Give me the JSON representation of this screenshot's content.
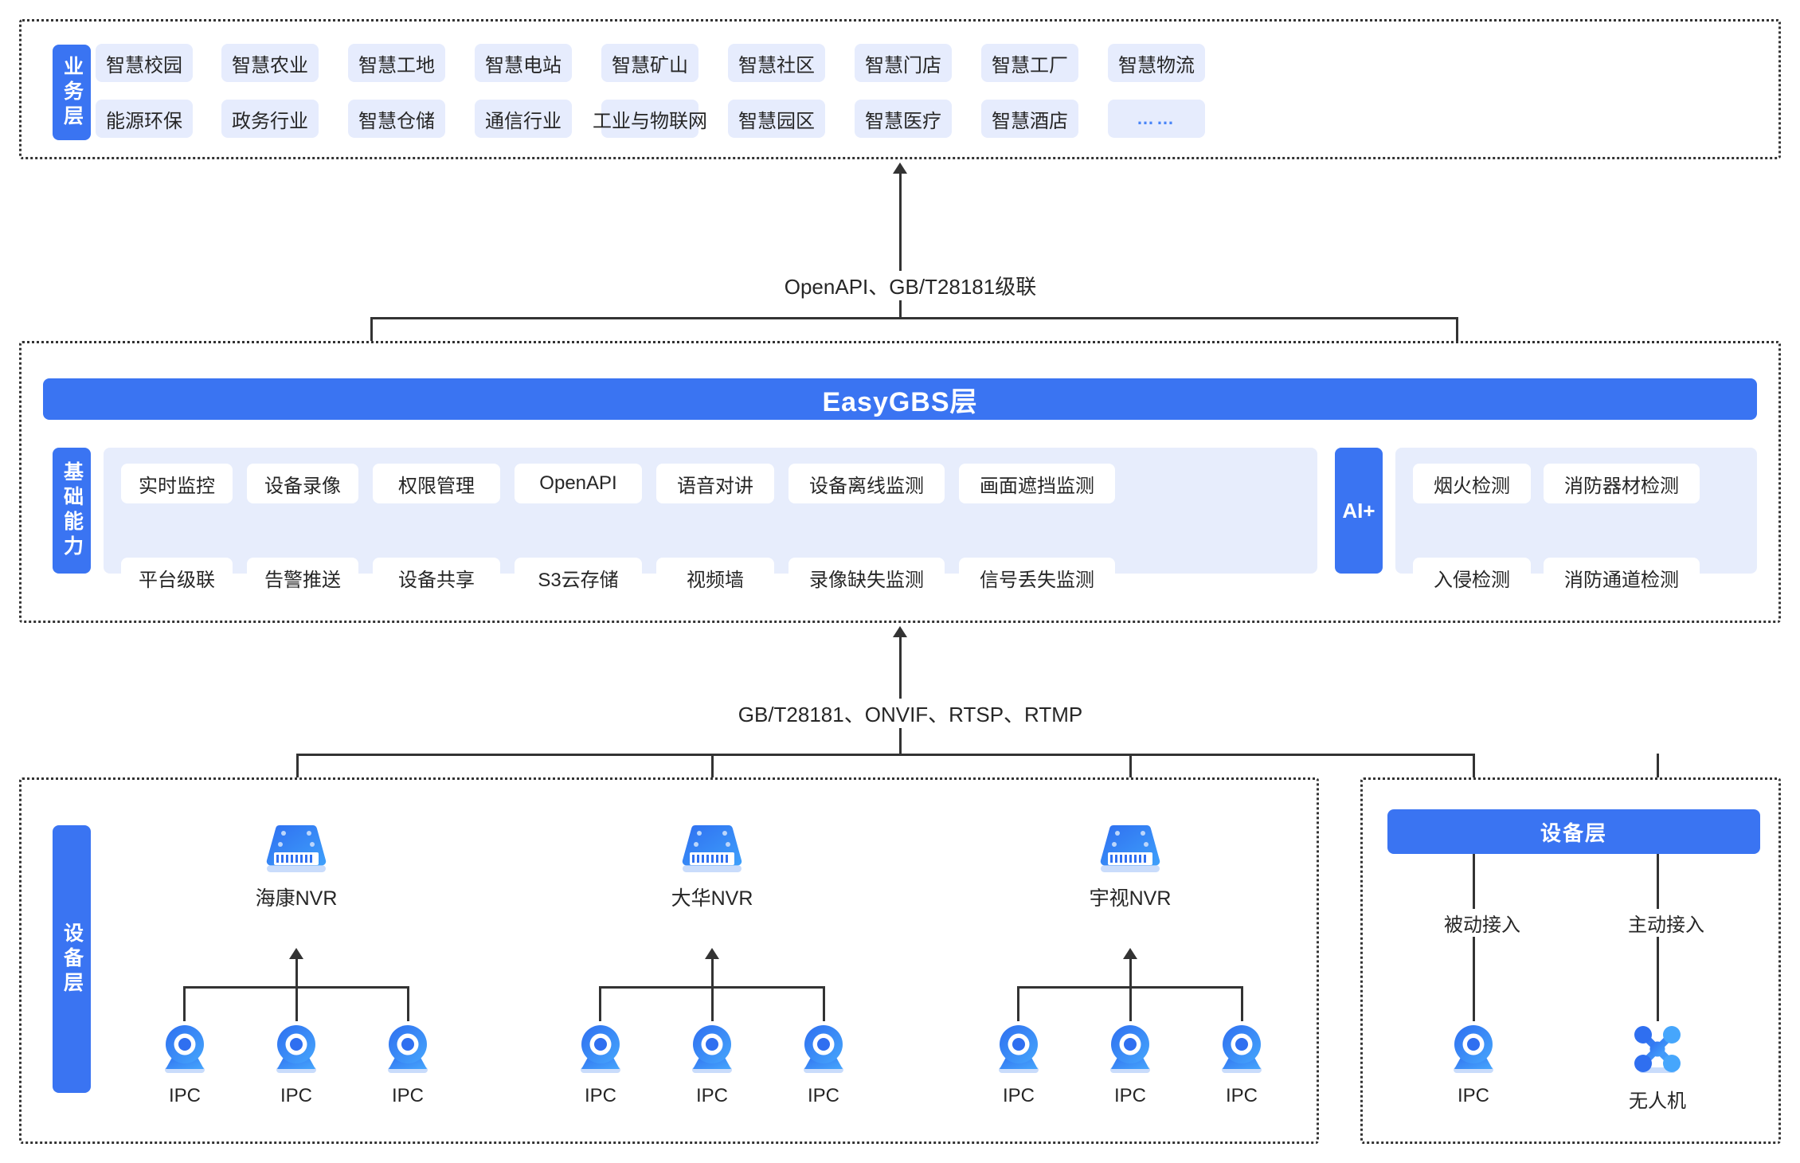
{
  "business_layer": {
    "side_label": "业务层",
    "row1": [
      "智慧校园",
      "智慧农业",
      "智慧工地",
      "智慧电站",
      "智慧矿山",
      "智慧社区",
      "智慧门店",
      "智慧工厂",
      "智慧物流"
    ],
    "row2": [
      "能源环保",
      "政务行业",
      "智慧仓储",
      "通信行业",
      "工业与物联网",
      "智慧园区",
      "智慧医疗",
      "智慧酒店",
      "……"
    ]
  },
  "connectors": {
    "top": "OpenAPI、GB/T28181级联",
    "bottom": "GB/T28181、ONVIF、RTSP、RTMP"
  },
  "platform_layer": {
    "title": "EasyGBS层",
    "side_label": "基础能力",
    "capabilities_row1": [
      "实时监控",
      "设备录像",
      "权限管理",
      "OpenAPI",
      "语音对讲",
      "设备离线监测",
      "画面遮挡监测"
    ],
    "capabilities_row2": [
      "平台级联",
      "告警推送",
      "设备共享",
      "S3云存储",
      "视频墙",
      "录像缺失监测",
      "信号丢失监测"
    ],
    "ai_badge": "AI+",
    "ai_row1": [
      "烟火检测",
      "消防器材检测"
    ],
    "ai_row2": [
      "入侵检测",
      "消防通道检测"
    ]
  },
  "device_layer_left": {
    "side_label": "设备层",
    "nvrs": [
      {
        "name": "海康NVR",
        "icon": "nvr-icon",
        "children": [
          "IPC",
          "IPC",
          "IPC"
        ]
      },
      {
        "name": "大华NVR",
        "icon": "nvr-icon",
        "children": [
          "IPC",
          "IPC",
          "IPC"
        ]
      },
      {
        "name": "宇视NVR",
        "icon": "nvr-icon",
        "children": [
          "IPC",
          "IPC",
          "IPC"
        ]
      }
    ],
    "child_icon": "ipc-camera-icon"
  },
  "device_layer_right": {
    "title": "设备层",
    "branches": [
      {
        "label": "被动接入",
        "node": "IPC",
        "icon": "ipc-camera-icon"
      },
      {
        "label": "主动接入",
        "node": "无人机",
        "icon": "drone-icon"
      }
    ]
  },
  "colors": {
    "accent": "#3a74f2",
    "chip_bg": "#e6ecfd",
    "panel_bg": "#e7edfc",
    "line": "#333333",
    "text": "#262626"
  }
}
